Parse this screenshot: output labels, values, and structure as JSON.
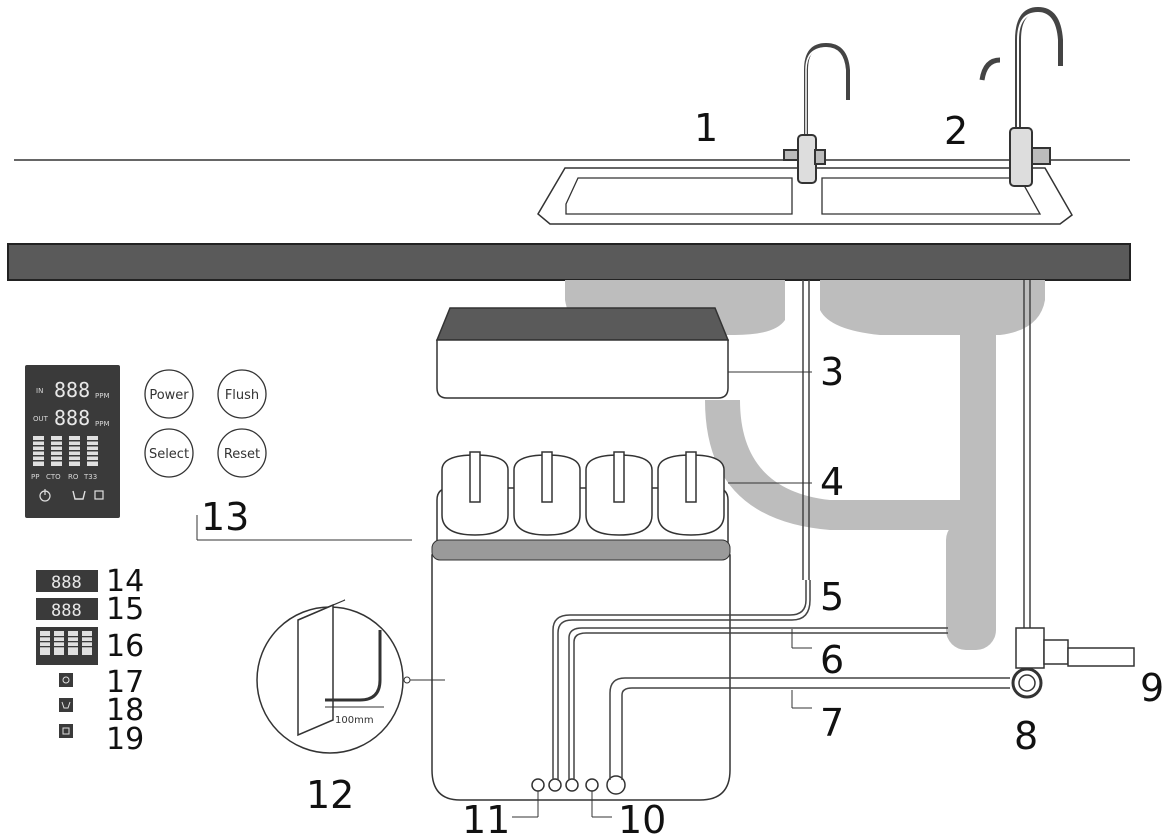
{
  "callouts": [
    "1",
    "2",
    "3",
    "4",
    "5",
    "6",
    "7",
    "8",
    "9",
    "10",
    "11",
    "12",
    "13",
    "14",
    "15",
    "16",
    "17",
    "18",
    "19"
  ],
  "panel": {
    "in_label": "IN",
    "out_label": "OUT",
    "digits": "888",
    "unit": "PPM",
    "filters": [
      "PP",
      "CTO",
      "RO",
      "T33"
    ]
  },
  "buttons": [
    "Power",
    "Flush",
    "Select",
    "Reset"
  ],
  "dimension": "100mm"
}
